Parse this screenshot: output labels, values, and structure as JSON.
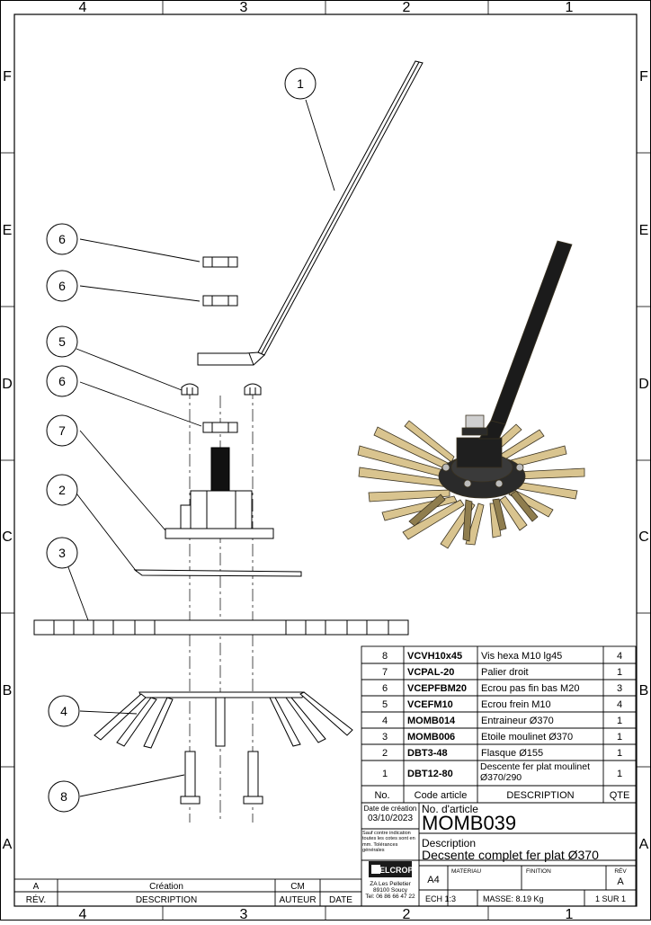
{
  "zone_columns": [
    "4",
    "3",
    "2",
    "1"
  ],
  "zone_rows": [
    "F",
    "E",
    "D",
    "C",
    "B",
    "A"
  ],
  "balloons": [
    "1",
    "6",
    "6",
    "5",
    "6",
    "7",
    "2",
    "3",
    "4",
    "8"
  ],
  "bom": {
    "rows": [
      {
        "no": "8",
        "code": "VCVH10x45",
        "description": "Vis hexa M10 lg45",
        "qty": "4"
      },
      {
        "no": "7",
        "code": "VCPAL-20",
        "description": "Palier droit",
        "qty": "1"
      },
      {
        "no": "6",
        "code": "VCEPFBM20",
        "description": "Ecrou pas fin bas M20",
        "qty": "3"
      },
      {
        "no": "5",
        "code": "VCEFM10",
        "description": "Ecrou frein M10",
        "qty": "4"
      },
      {
        "no": "4",
        "code": "MOMB014",
        "description": "Entraineur Ø370",
        "qty": "1"
      },
      {
        "no": "3",
        "code": "MOMB006",
        "description": "Etoile moulinet Ø370",
        "qty": "1"
      },
      {
        "no": "2",
        "code": "DBT3-48",
        "description": "Flasque Ø155",
        "qty": "1"
      },
      {
        "no": "1",
        "code": "DBT12-80",
        "description": "Descente fer plat moulinet Ø370/290",
        "qty": "1"
      }
    ],
    "headers": {
      "no": "No.",
      "code": "Code article",
      "description": "DESCRIPTION",
      "qty": "QTE"
    }
  },
  "title_block": {
    "date_label": "Date de création",
    "date": "03/10/2023",
    "tolerance_note": "Sauf contre indication toutes les cotes sont en mm. Tolérances générales",
    "article_label": "No. d'article",
    "article_number": "MOMB039",
    "description_label": "Description",
    "description": "Decsente complet fer plat Ø370",
    "company_logo": "FELCROP",
    "company_address_1": "ZA Les Pelletier",
    "company_address_2": "89100 Soucy",
    "company_phone": "Tel: 06 86 66 47 22",
    "format": "A4",
    "material_label": "MATERIAU",
    "finish_label": "FINITION",
    "rev_label": "RÉV",
    "rev": "A",
    "scale": "ECH 1:3",
    "mass": "MASSE: 8.19 Kg",
    "sheet": "1 SUR 1"
  },
  "revision_table": {
    "row_rev": "A",
    "row_description": "Création",
    "row_author": "CM",
    "header_rev": "RÉV.",
    "header_description": "DESCRIPTION",
    "header_author": "AUTEUR",
    "header_date": "DATE"
  },
  "colors": {
    "line": "#000000",
    "part_fill": "#d9c48f",
    "handle_fill": "#1b1b1b"
  }
}
